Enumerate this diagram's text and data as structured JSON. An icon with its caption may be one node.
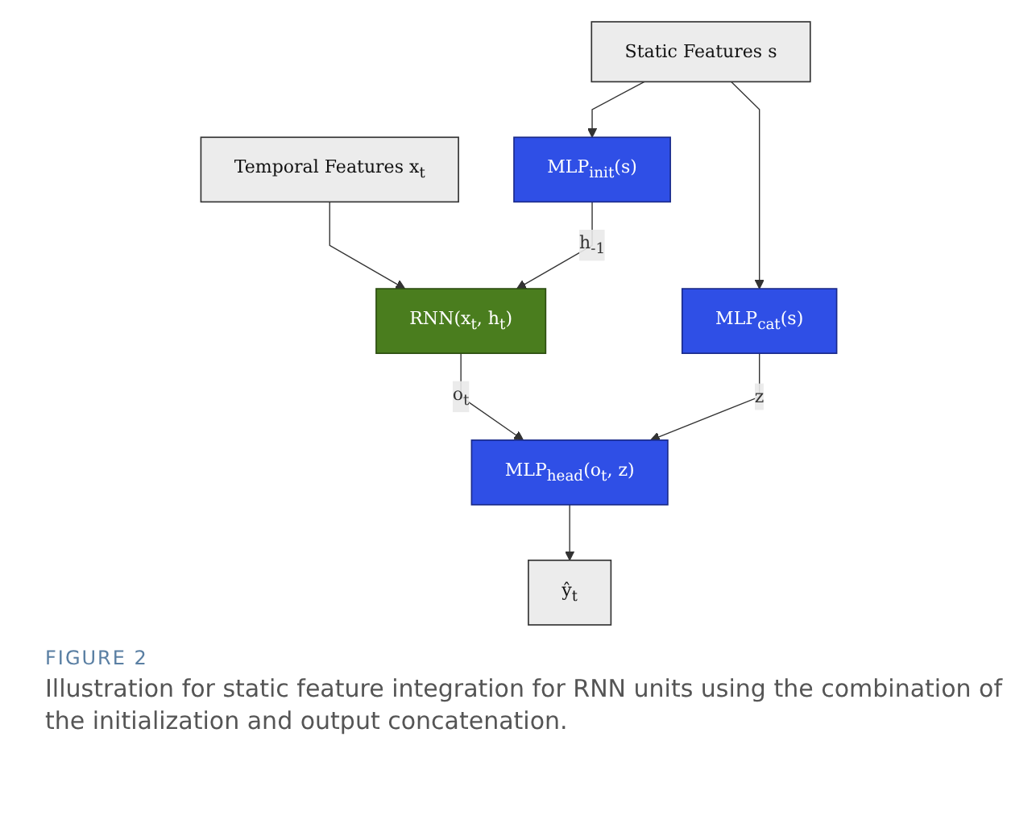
{
  "diagram": {
    "caption": "Illustration for static feature integration for RNN units using the combination of the initialization and output concatenation.",
    "nodes": [
      {
        "text": [
          "Temporal Features x$_{t}$"
        ]
      },
      {
        "text": [
          "Static Features s"
        ]
      },
      {
        "text": [
          "MLP$_{init}$(s)"
        ]
      },
      {
        "text": [
          "RNN(x$_{t}$, h$_{t}$)"
        ]
      },
      {
        "text": [
          "MLP$_{cat}$(s)"
        ]
      },
      {
        "text": [
          "MLP$_{head}$(o$_{t}$, z)"
        ]
      },
      {
        "text": [
          "ŷ$_{t}$"
        ]
      }
    ],
    "edges": [
      {
        "from": 0,
        "to": 3,
        "arrow": "to"
      },
      {
        "from": 1,
        "to": 2,
        "arrow": "to"
      },
      {
        "from": 1,
        "to": 4,
        "arrow": "to"
      },
      {
        "from": 2,
        "to": 3,
        "arrow": "to",
        "label": "h$_{-1}$"
      },
      {
        "from": 3,
        "to": 5,
        "arrow": "to",
        "label": "o$_{t}$"
      },
      {
        "from": 4,
        "to": 5,
        "arrow": "to",
        "label": "z"
      },
      {
        "from": 5,
        "to": 6,
        "arrow": "to"
      }
    ],
    "labels": [
      "FIGURE 2"
    ]
  }
}
